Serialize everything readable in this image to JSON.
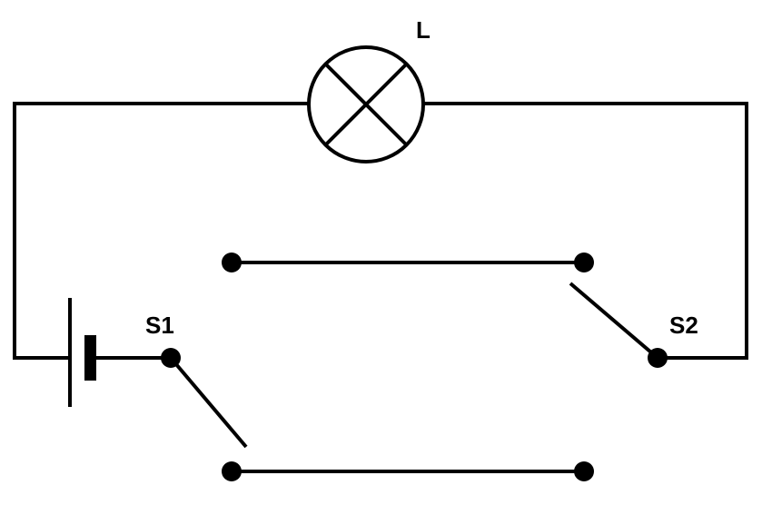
{
  "labels": {
    "lamp": "L",
    "switch_1": "S1",
    "switch_2": "S2"
  },
  "colors": {
    "stroke": "#000000",
    "background": "#ffffff"
  }
}
